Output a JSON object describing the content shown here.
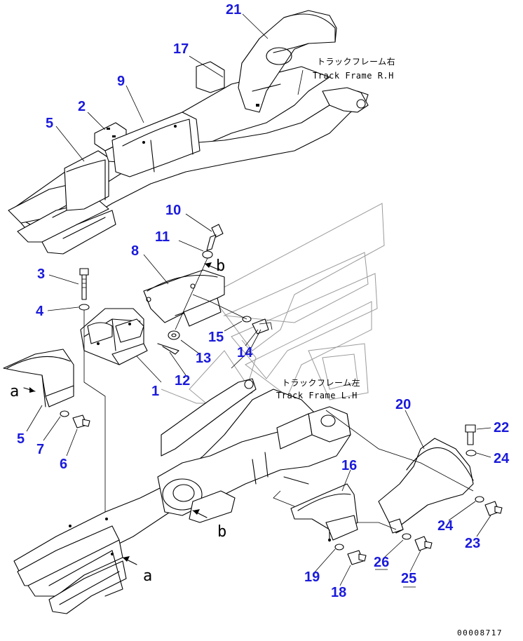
{
  "callouts": {
    "n1": "1",
    "n2": "2",
    "n3": "3",
    "n4": "4",
    "n5a": "5",
    "n5b": "5",
    "n6": "6",
    "n7": "7",
    "n8": "8",
    "n9": "9",
    "n10": "10",
    "n11": "11",
    "n12": "12",
    "n13": "13",
    "n14": "14",
    "n15": "15",
    "n16": "16",
    "n17": "17",
    "n18": "18",
    "n19": "19",
    "n20": "20",
    "n21": "21",
    "n22": "22",
    "n23": "23",
    "n24a": "24",
    "n24b": "24",
    "n25": "25",
    "n26": "26"
  },
  "refs": {
    "a1": "a",
    "a2": "a",
    "b1": "b",
    "b2": "b"
  },
  "labels": {
    "rh_jp": "トラックフレーム右",
    "rh_en": "Track Frame R.H",
    "lh_jp": "トラックフレーム左",
    "lh_en": "Track Frame L.H"
  },
  "figure_number": "00008717",
  "colors": {
    "callout": "#1a1adc",
    "line": "#000000",
    "watermark": "#9a9a9a"
  }
}
